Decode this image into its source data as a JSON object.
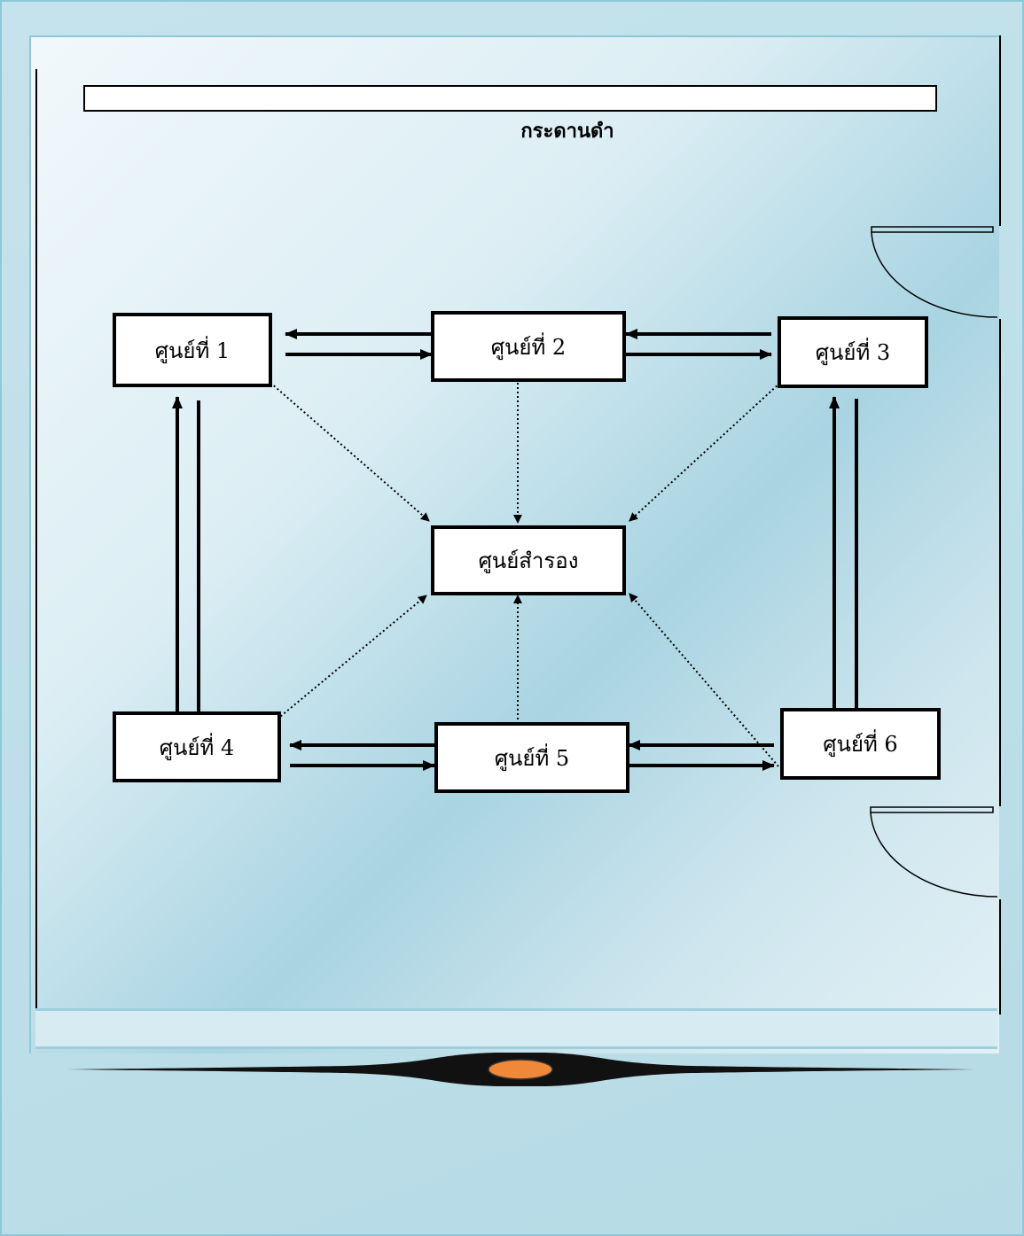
{
  "board": {
    "label": "กระดานดำ"
  },
  "stations": {
    "s1": "ศูนย์ที่ 1",
    "s2": "ศูนย์ที่ 2",
    "s3": "ศูนย์ที่ 3",
    "s4": "ศูนย์ที่ 4",
    "s5": "ศูนย์ที่ 5",
    "s6": "ศูนย์ที่ 6",
    "center": "ศูนย์สำรอง"
  },
  "colors": {
    "background": "#b9dde8",
    "frame": "#8cc8d8",
    "ornament_center": "#f0883a"
  }
}
